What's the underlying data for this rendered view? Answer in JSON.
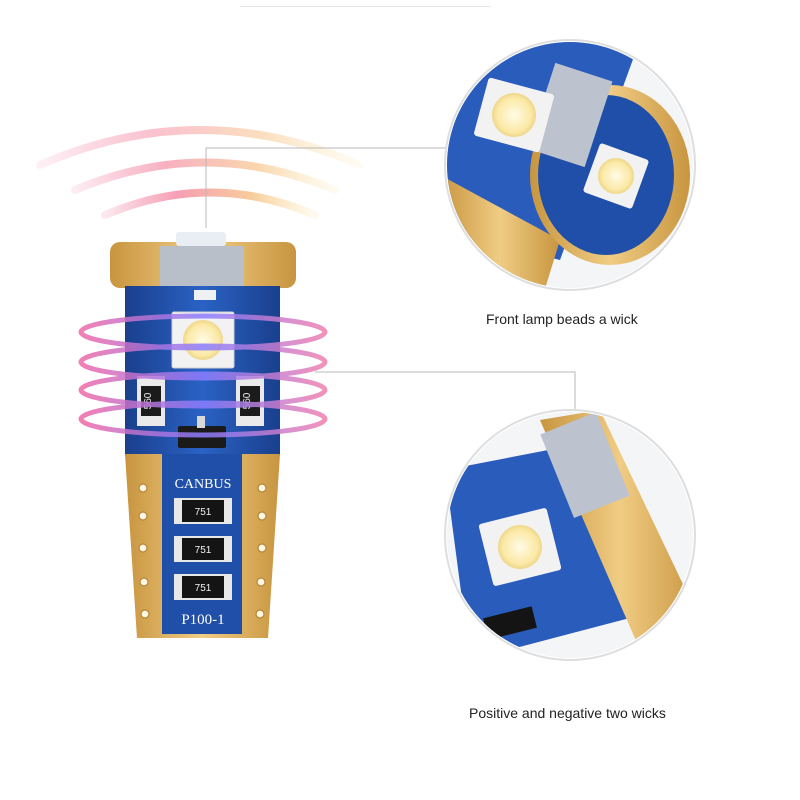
{
  "captions": {
    "front": "Front lamp beads a wick",
    "sides": "Positive and negative two wicks"
  },
  "board": {
    "brand_text": "CANBUS",
    "model_text": "P100-1",
    "resistor_side_label": "560",
    "resistor_labels": [
      "751",
      "751",
      "751"
    ]
  },
  "colors": {
    "pcb_blue": "#1f4fa8",
    "gold": "#e2b560",
    "led_yellow": "#fff3c4",
    "glow_pink": "#f4a0b4",
    "glow_blue": "#6f86ff"
  }
}
